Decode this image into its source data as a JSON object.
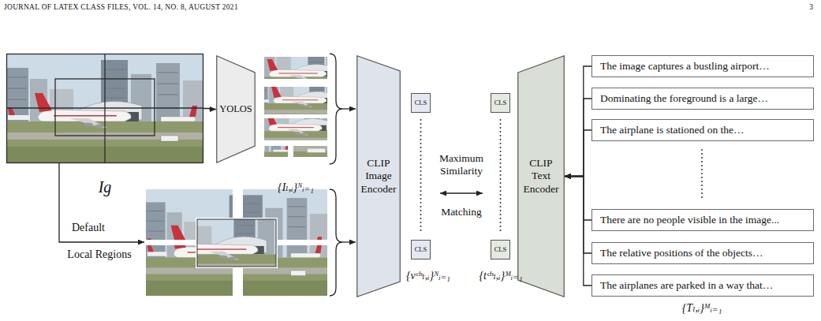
{
  "diagram": {
    "nodes": [
      {
        "text": [
          "Ig"
        ]
      },
      {
        "text": [
          "YOLOS"
        ]
      },
      {
        "text": [
          "CLIP Image Encoder"
        ]
      },
      {
        "text": [
          "CLS"
        ]
      },
      {
        "text": [
          "CLS"
        ]
      },
      {
        "text": [
          "CLS"
        ]
      },
      {
        "text": [
          "CLS"
        ]
      },
      {
        "text": [
          "CLIP Text Encoder"
        ]
      },
      {
        "text": [
          "The image captures a bustling airport…"
        ]
      },
      {
        "text": [
          "Dominating the foreground is a large…"
        ]
      },
      {
        "text": [
          "The airplane is stationed on the…"
        ]
      },
      {
        "text": [
          "There are no people visible in the image..."
        ]
      },
      {
        "text": [
          "The relative positions of the objects…"
        ]
      },
      {
        "text": [
          "The airplanes are parked in a way that…"
        ]
      }
    ],
    "edges": [
      {
        "from": 0,
        "to": 1,
        "arrow": "to"
      },
      {
        "from": 8,
        "to": 7,
        "arrow": "to"
      },
      {
        "from": 9,
        "to": 7,
        "arrow": "to"
      },
      {
        "from": 10,
        "to": 7,
        "arrow": "to"
      },
      {
        "from": 11,
        "to": 7,
        "arrow": "to"
      },
      {
        "from": 12,
        "to": 7,
        "arrow": "to"
      },
      {
        "from": 13,
        "to": 7,
        "arrow": "to"
      }
    ],
    "labels": [
      "JOURNAL OF LATEX CLASS FILES, VOL. 14, NO. 8, AUGUST 2021",
      "3",
      "{Iₗ,ᵢ}ᴺᵢ₌₁",
      "Default",
      "Local Regions",
      "Maximum Similarity",
      "Matching",
      "{vᶜˡˢₗ,ᵢ}ᴺᵢ₌₁",
      "{tᶜˡˢₗ,ᵢ}ᴹᵢ₌₁",
      "{Tₗ,ᵢ}ᴹᵢ₌₁"
    ]
  }
}
